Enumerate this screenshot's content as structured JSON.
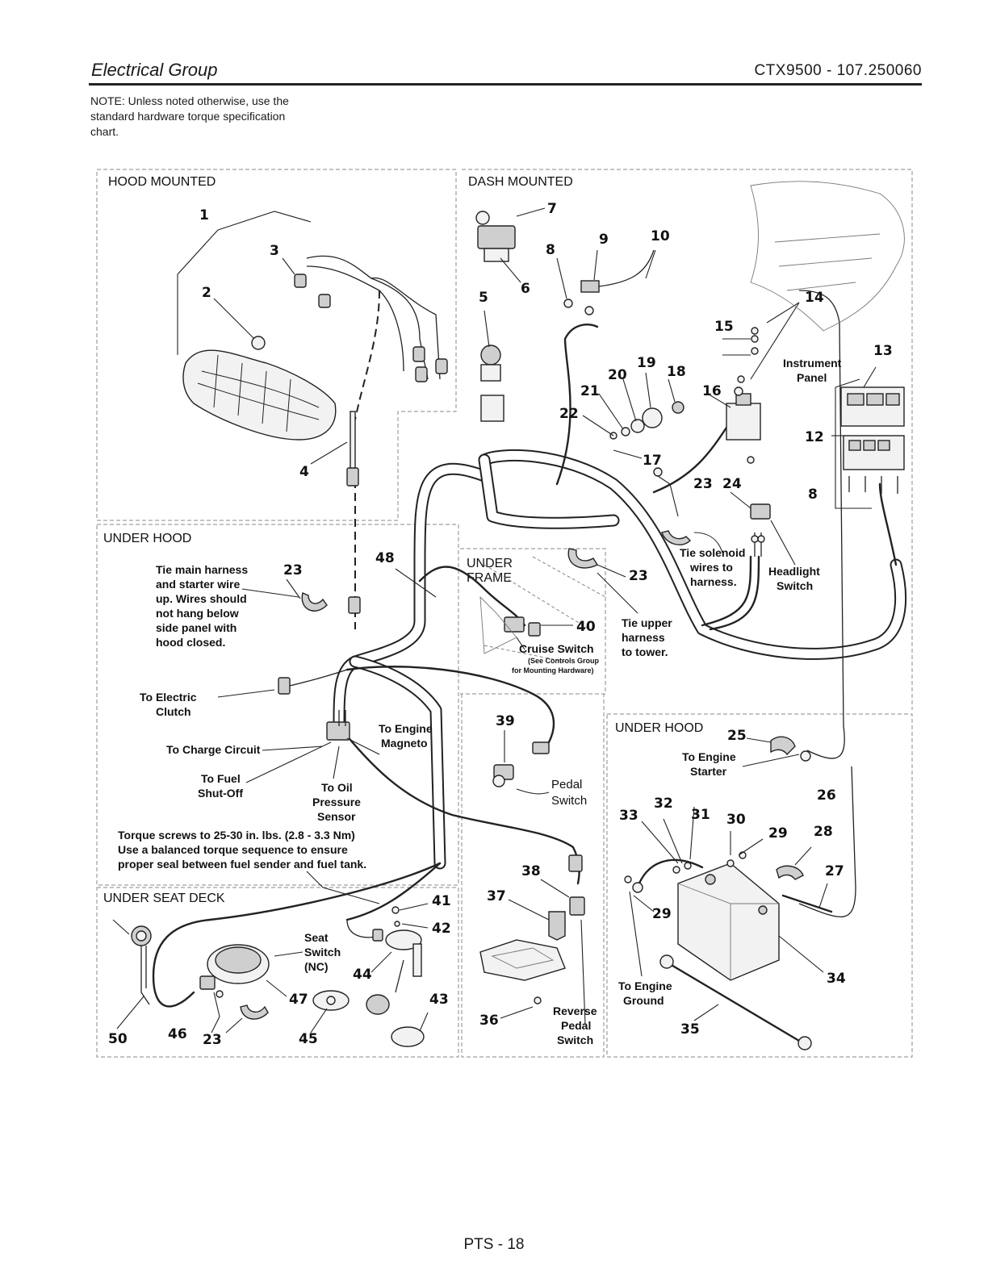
{
  "header": {
    "title": "Electrical Group",
    "model": "CTX9500 - 107.250060"
  },
  "note": "NOTE: Unless noted otherwise, use the standard hardware torque specification chart.",
  "sections": {
    "hood_mounted": "HOOD MOUNTED",
    "dash_mounted": "DASH MOUNTED",
    "under_hood_left": "UNDER HOOD",
    "under_frame_1": "UNDER",
    "under_frame_2": "FRAME",
    "under_hood_right": "UNDER HOOD",
    "under_seat_deck": "UNDER SEAT DECK"
  },
  "callouts": {
    "tie_main_1": "Tie main harness",
    "tie_main_2": "and starter wire",
    "tie_main_3": "up. Wires should",
    "tie_main_4": "not hang below",
    "tie_main_5": "side panel with",
    "tie_main_6": "hood closed.",
    "electric_clutch_1": "To Electric",
    "electric_clutch_2": "Clutch",
    "charge_circuit": "To Charge Circuit",
    "engine_magneto_1": "To Engine",
    "engine_magneto_2": "Magneto",
    "fuel_shutoff_1": "To Fuel",
    "fuel_shutoff_2": "Shut-Off",
    "oil_sensor_1": "To Oil",
    "oil_sensor_2": "Pressure",
    "oil_sensor_3": "Sensor",
    "torque_1": "Torque screws to 25-30 in. lbs. (2.8 - 3.3 Nm)",
    "torque_2": "Use a balanced torque sequence to ensure",
    "torque_3": "proper seal between fuel sender and fuel tank.",
    "cruise_switch": "Cruise Switch",
    "cruise_note_1": "(See Controls Group",
    "cruise_note_2": "for Mounting Hardware)",
    "tie_upper_1": "Tie upper",
    "tie_upper_2": "harness",
    "tie_upper_3": "to tower.",
    "tie_solenoid_1": "Tie solenoid",
    "tie_solenoid_2": "wires to",
    "tie_solenoid_3": "harness.",
    "headlight_1": "Headlight",
    "headlight_2": "Switch",
    "instrument_1": "Instrument",
    "instrument_2": "Panel",
    "pedal_1": "Pedal",
    "pedal_2": "Switch",
    "engine_starter_1": "To Engine",
    "engine_starter_2": "Starter",
    "engine_ground_1": "To Engine",
    "engine_ground_2": "Ground",
    "seat_switch_1": "Seat",
    "seat_switch_2": "Switch",
    "seat_switch_3": "(NC)",
    "reverse_1": "Reverse",
    "reverse_2": "Pedal",
    "reverse_3": "Switch"
  },
  "part_numbers": {
    "p1": "1",
    "p2": "2",
    "p3": "3",
    "p4": "4",
    "p5": "5",
    "p6": "6",
    "p7": "7",
    "p8a": "8",
    "p8b": "8",
    "p9": "9",
    "p10": "10",
    "p12": "12",
    "p13": "13",
    "p14": "14",
    "p15": "15",
    "p16": "16",
    "p17": "17",
    "p18": "18",
    "p19": "19",
    "p20": "20",
    "p21": "21",
    "p22": "22",
    "p23a": "23",
    "p23b": "23",
    "p23c": "23",
    "p23d": "23",
    "p24": "24",
    "p25": "25",
    "p26": "26",
    "p27": "27",
    "p28": "28",
    "p29a": "29",
    "p29b": "29",
    "p30": "30",
    "p31": "31",
    "p32": "32",
    "p33": "33",
    "p34": "34",
    "p35": "35",
    "p36": "36",
    "p37": "37",
    "p38": "38",
    "p39": "39",
    "p40": "40",
    "p41": "41",
    "p42": "42",
    "p43": "43",
    "p44": "44",
    "p45": "45",
    "p46": "46",
    "p47": "47",
    "p48": "48",
    "p50": "50"
  },
  "footer": "PTS - 18"
}
